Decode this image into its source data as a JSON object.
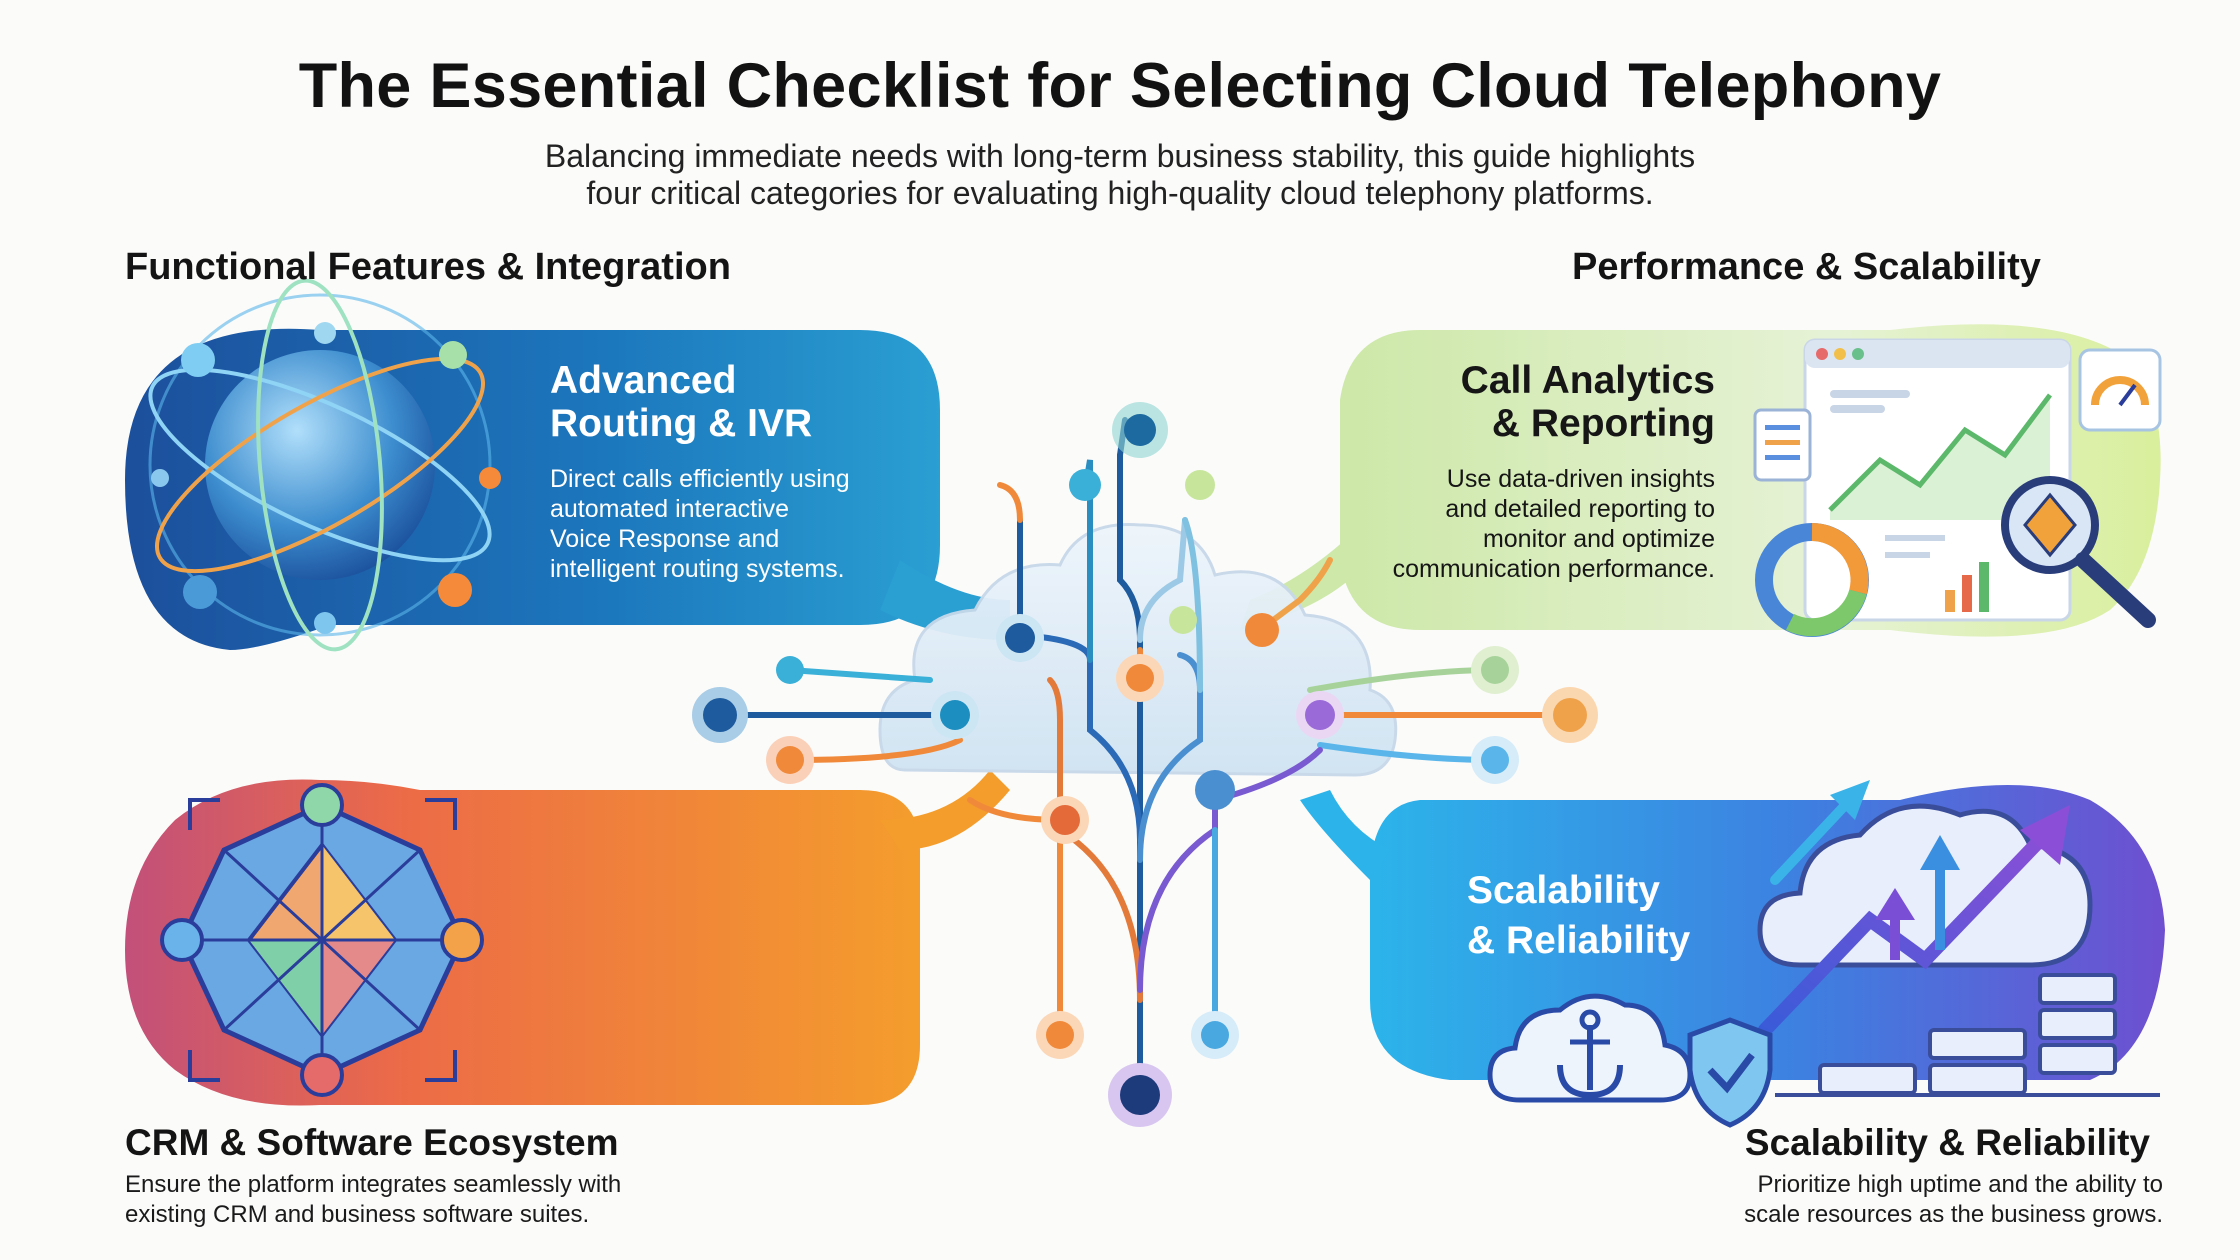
{
  "header": {
    "title": "The Essential Checklist for Selecting Cloud Telephony",
    "subtitle_line1": "Balancing immediate needs with long-term business stability, this guide highlights",
    "subtitle_line2": "four critical categories for evaluating high-quality cloud telephony platforms."
  },
  "categories": {
    "functional": "Functional Features & Integration",
    "performance": "Performance & Scalability"
  },
  "cards": {
    "routing": {
      "title_line1": "Advanced",
      "title_line2": "Routing & IVR",
      "desc": [
        "Direct calls efficiently using",
        "automated interactive",
        "Voice Response and",
        "intelligent routing systems."
      ]
    },
    "analytics": {
      "title_line1": "Call Analytics",
      "title_line2": "& Reporting",
      "desc": [
        "Use data-driven insights",
        "and detailed reporting to",
        "monitor and optimize",
        "communication performance."
      ]
    },
    "scalability": {
      "title_line1": "Scalability",
      "title_line2": "& Reliability"
    }
  },
  "footers": {
    "crm": {
      "title": "CRM & Software Ecosystem",
      "desc": [
        "Ensure the platform integrates seamlessly with",
        "existing CRM and business software suites."
      ]
    },
    "scale": {
      "title": "Scalability & Reliability",
      "desc": [
        "Prioritize high uptime and the ability to",
        "scale resources as the business grows."
      ]
    }
  },
  "colors": {
    "blue_card": "#1f6fb8",
    "orange_card": "#f08a2a",
    "green_card": "#bfe0a2",
    "teal_card": "#2f9be0"
  }
}
